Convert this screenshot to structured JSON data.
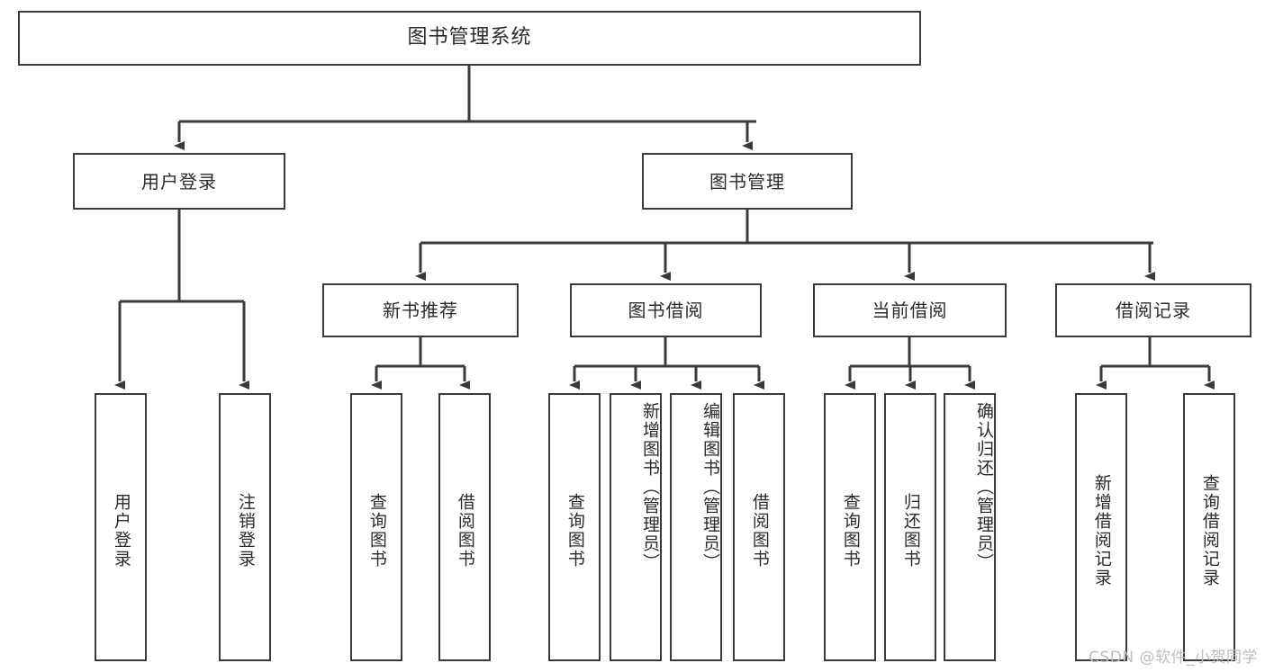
{
  "diagram": {
    "title": "图书管理系统",
    "watermark": "CSDN @软件_小贺同学",
    "stroke_color": "#3a3a3a",
    "background_color": "#ffffff",
    "text_color": "#2b2b2b",
    "watermark_color": "#bdbdbd"
  },
  "root": {
    "label": "图书管理系统"
  },
  "level2": [
    {
      "label": "用户登录"
    },
    {
      "label": "图书管理"
    }
  ],
  "level3": [
    {
      "label": "新书推荐"
    },
    {
      "label": "图书借阅"
    },
    {
      "label": "当前借阅"
    },
    {
      "label": "借阅记录"
    }
  ],
  "leaves": {
    "user_login": [
      {
        "label": "用户登录"
      },
      {
        "label": "注销登录"
      }
    ],
    "new_book_recommend": [
      {
        "label": "查询图书"
      },
      {
        "label": "借阅图书"
      }
    ],
    "book_borrow": [
      {
        "label": "查询图书"
      },
      {
        "label": "新增图书（管理员）"
      },
      {
        "label": "编辑图书（管理员）"
      },
      {
        "label": "借阅图书"
      }
    ],
    "current_borrow": [
      {
        "label": "查询图书"
      },
      {
        "label": "归还图书"
      },
      {
        "label": "确认归还（管理员）"
      }
    ],
    "borrow_record": [
      {
        "label": "新增借阅记录"
      },
      {
        "label": "查询借阅记录"
      }
    ]
  }
}
